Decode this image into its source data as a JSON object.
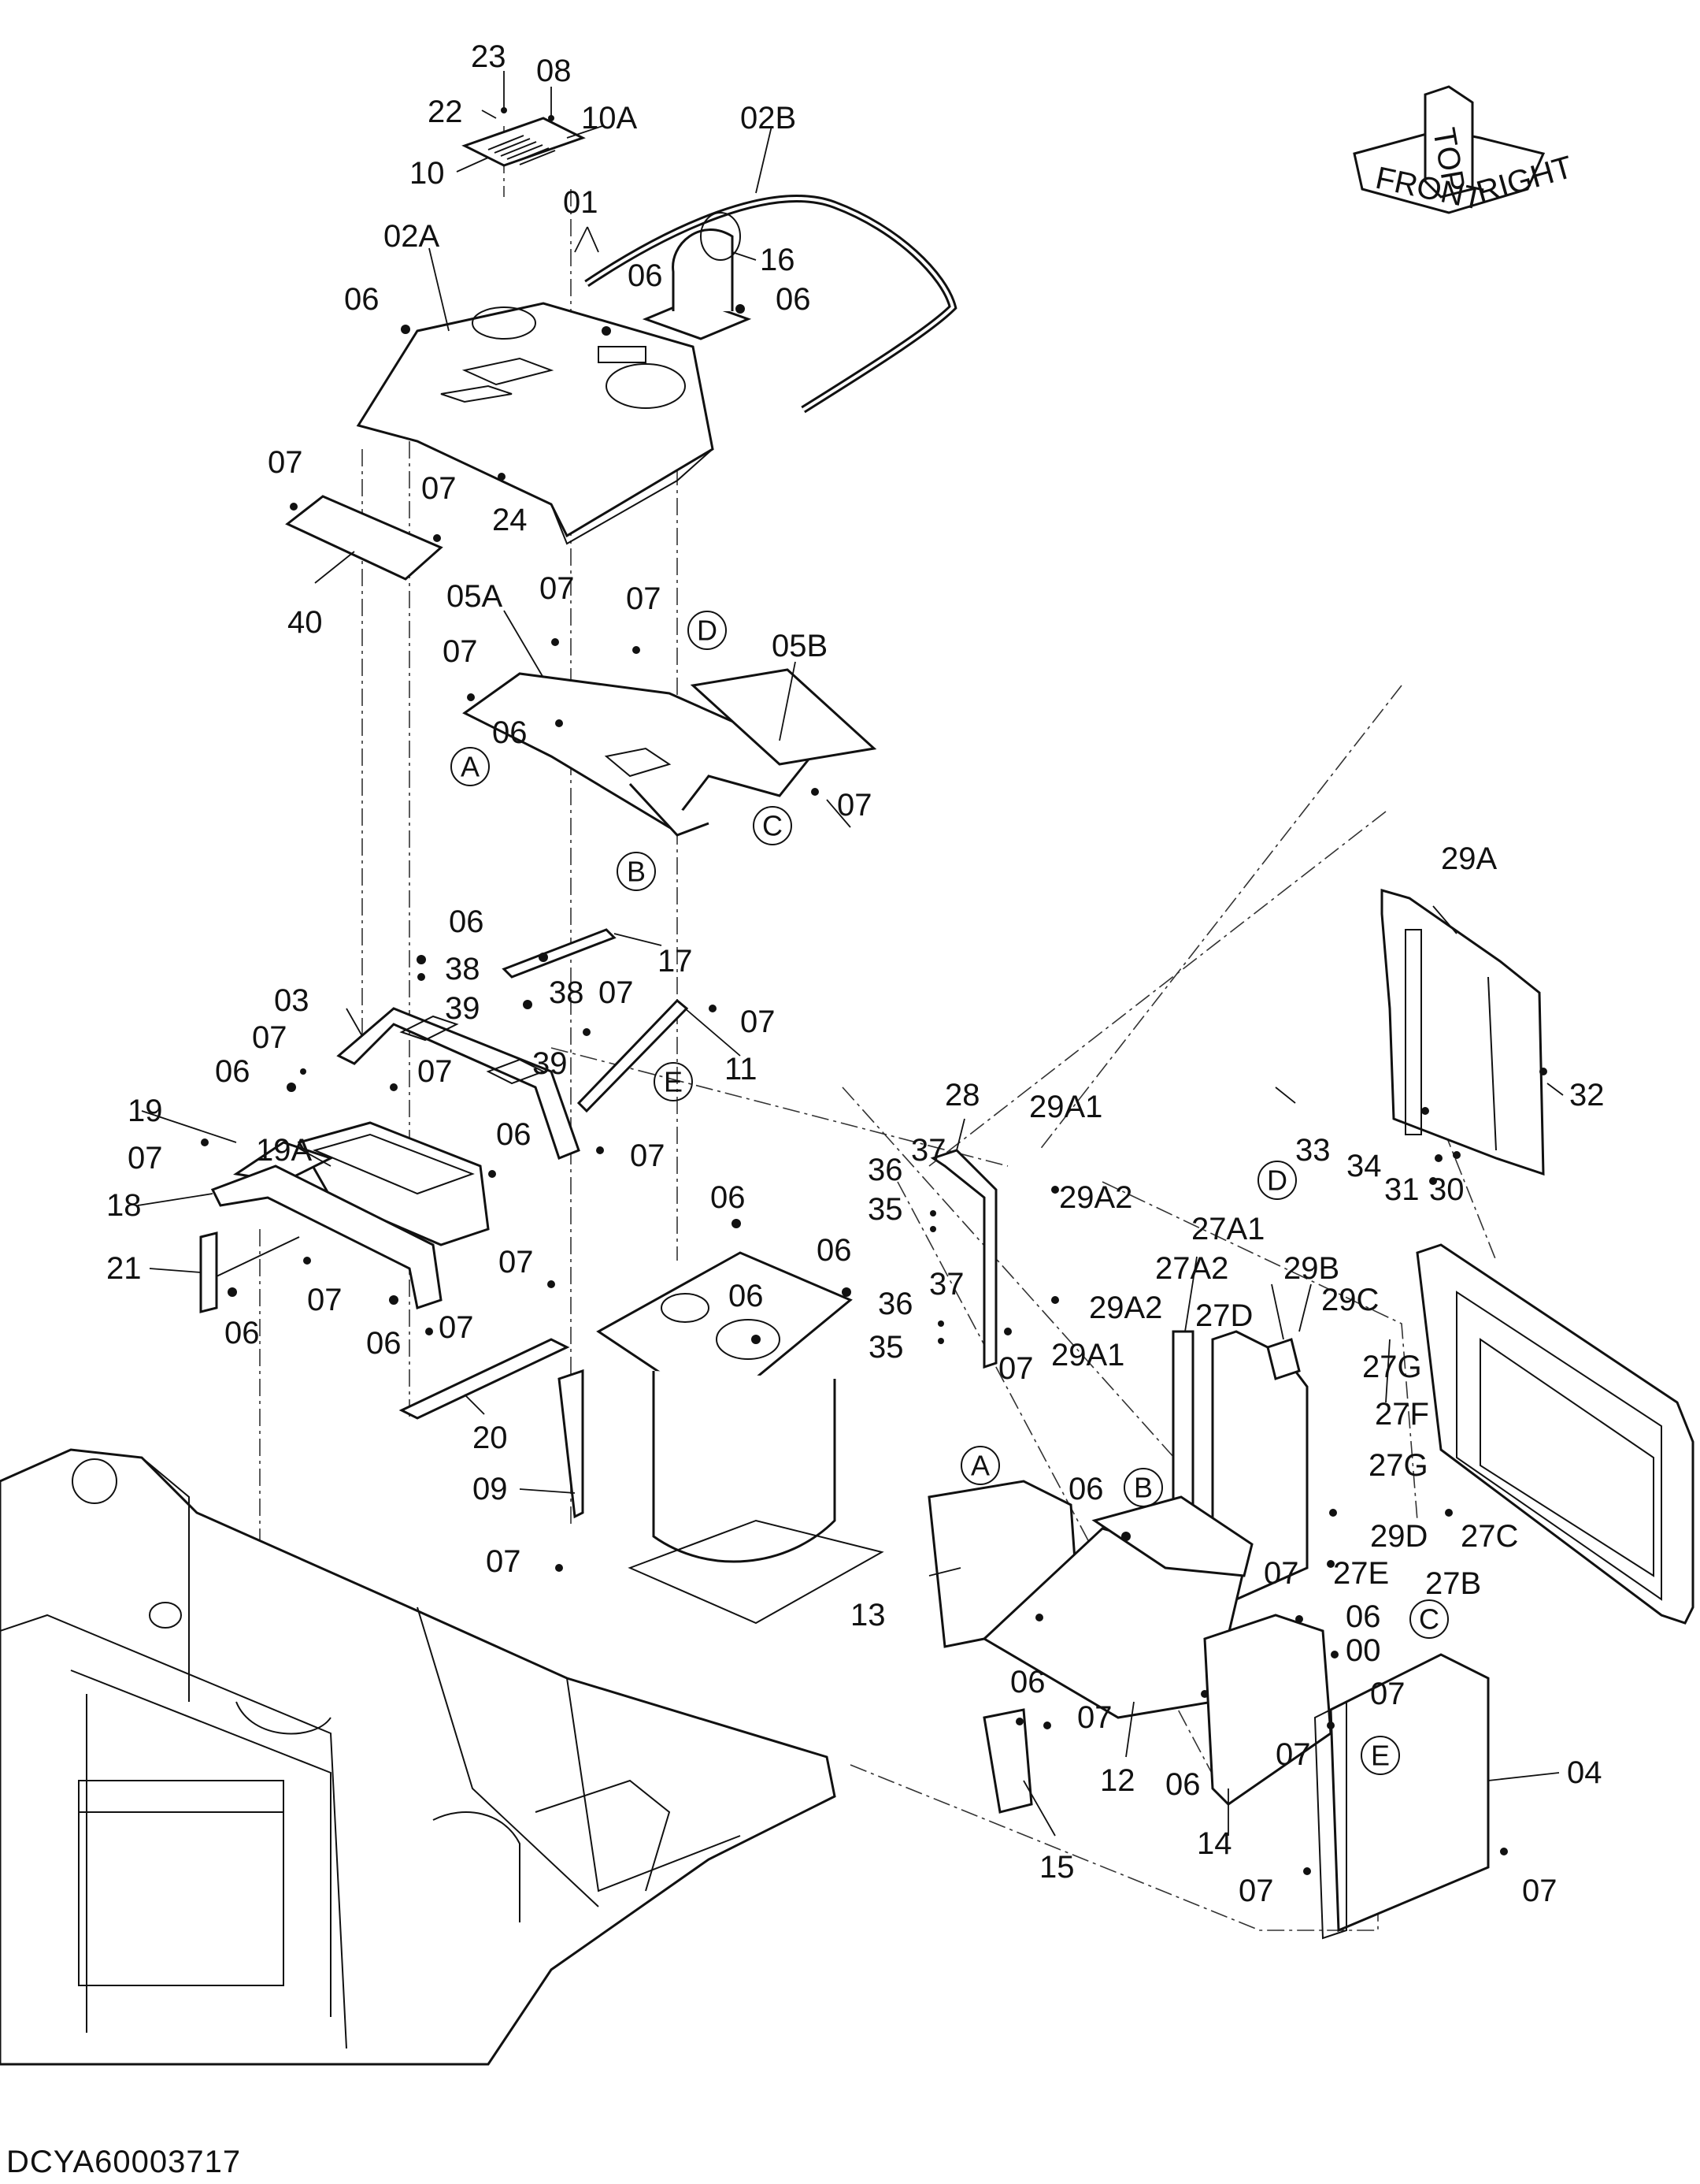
{
  "drawing_id": "DCYA60003717",
  "orientation_labels": [
    "FRONT",
    "TOP",
    "RIGHT"
  ],
  "circled_refs": [
    "A",
    "B",
    "C",
    "D",
    "E"
  ],
  "part_labels": [
    "23",
    "22",
    "08",
    "10A",
    "10",
    "02B",
    "01",
    "02A",
    "16",
    "06",
    "07",
    "24",
    "40",
    "05A",
    "05B",
    "03",
    "17",
    "38",
    "39",
    "11",
    "19",
    "19A",
    "18",
    "21",
    "20",
    "09",
    "28",
    "29A",
    "29A1",
    "29A2",
    "32",
    "33",
    "34",
    "31",
    "30",
    "36",
    "35",
    "37",
    "27A1",
    "27A2",
    "27D",
    "29B",
    "29C",
    "27G",
    "27F",
    "27C",
    "27B",
    "29D",
    "27E",
    "00",
    "13",
    "12",
    "15",
    "14",
    "04"
  ]
}
